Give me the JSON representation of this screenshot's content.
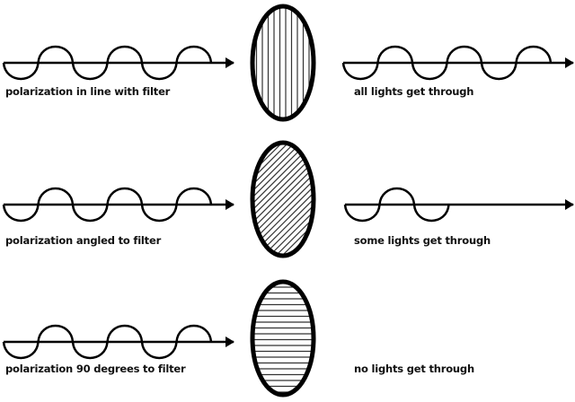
{
  "rows": [
    {
      "input_label": "polarization in line with filter",
      "output_label": "all lights get through",
      "filter_pattern": "vertical",
      "transmitted_half_cycles": 6
    },
    {
      "input_label": "polarization angled to filter",
      "output_label": "some lights get through",
      "filter_pattern": "diagonal",
      "transmitted_half_cycles": 3
    },
    {
      "input_label": "polarization 90 degrees to filter",
      "output_label": "no lights get through",
      "filter_pattern": "horizontal",
      "transmitted_half_cycles": 0
    }
  ],
  "incident_half_cycles": 6,
  "colors": {
    "ink": "#000000",
    "hatch": "#333333",
    "background": "#ffffff"
  }
}
